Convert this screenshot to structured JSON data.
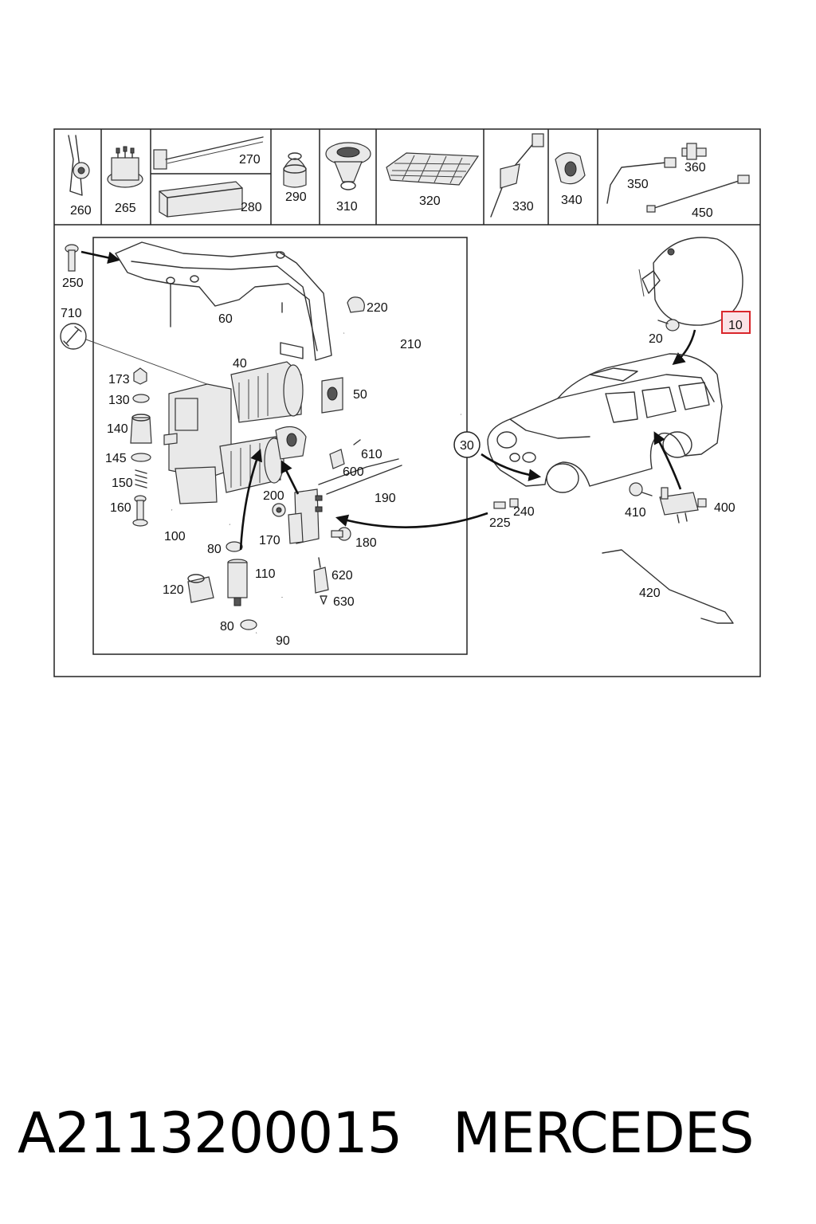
{
  "header_row_labels": {
    "p260": "260",
    "p265": "265",
    "p270": "270",
    "p280": "280",
    "p290": "290",
    "p310": "310",
    "p320": "320",
    "p330": "330",
    "p340": "340",
    "p350": "350",
    "p360": "360",
    "p450": "450"
  },
  "callouts": {
    "p250": "250",
    "p60": "60",
    "p220": "220",
    "p210": "210",
    "p710": "710",
    "p40": "40",
    "p173": "173",
    "p130": "130",
    "p50": "50",
    "p140": "140",
    "p145": "145",
    "p610": "610",
    "p600": "600",
    "p150": "150",
    "p190": "190",
    "p200": "200",
    "p160": "160",
    "p100": "100",
    "p170": "170",
    "p180": "180",
    "p80a": "80",
    "p110": "110",
    "p620": "620",
    "p120": "120",
    "p630": "630",
    "p80b": "80",
    "p90": "90",
    "p20": "20",
    "p10": "10",
    "p30": "30",
    "p240": "240",
    "p225": "225",
    "p410": "410",
    "p400": "400",
    "p420": "420"
  },
  "highlight_color": "#d9262b",
  "highlight_fill": "#fbe3e6",
  "footer": {
    "part_number": "A2113200015",
    "brand": "MERCEDES"
  }
}
